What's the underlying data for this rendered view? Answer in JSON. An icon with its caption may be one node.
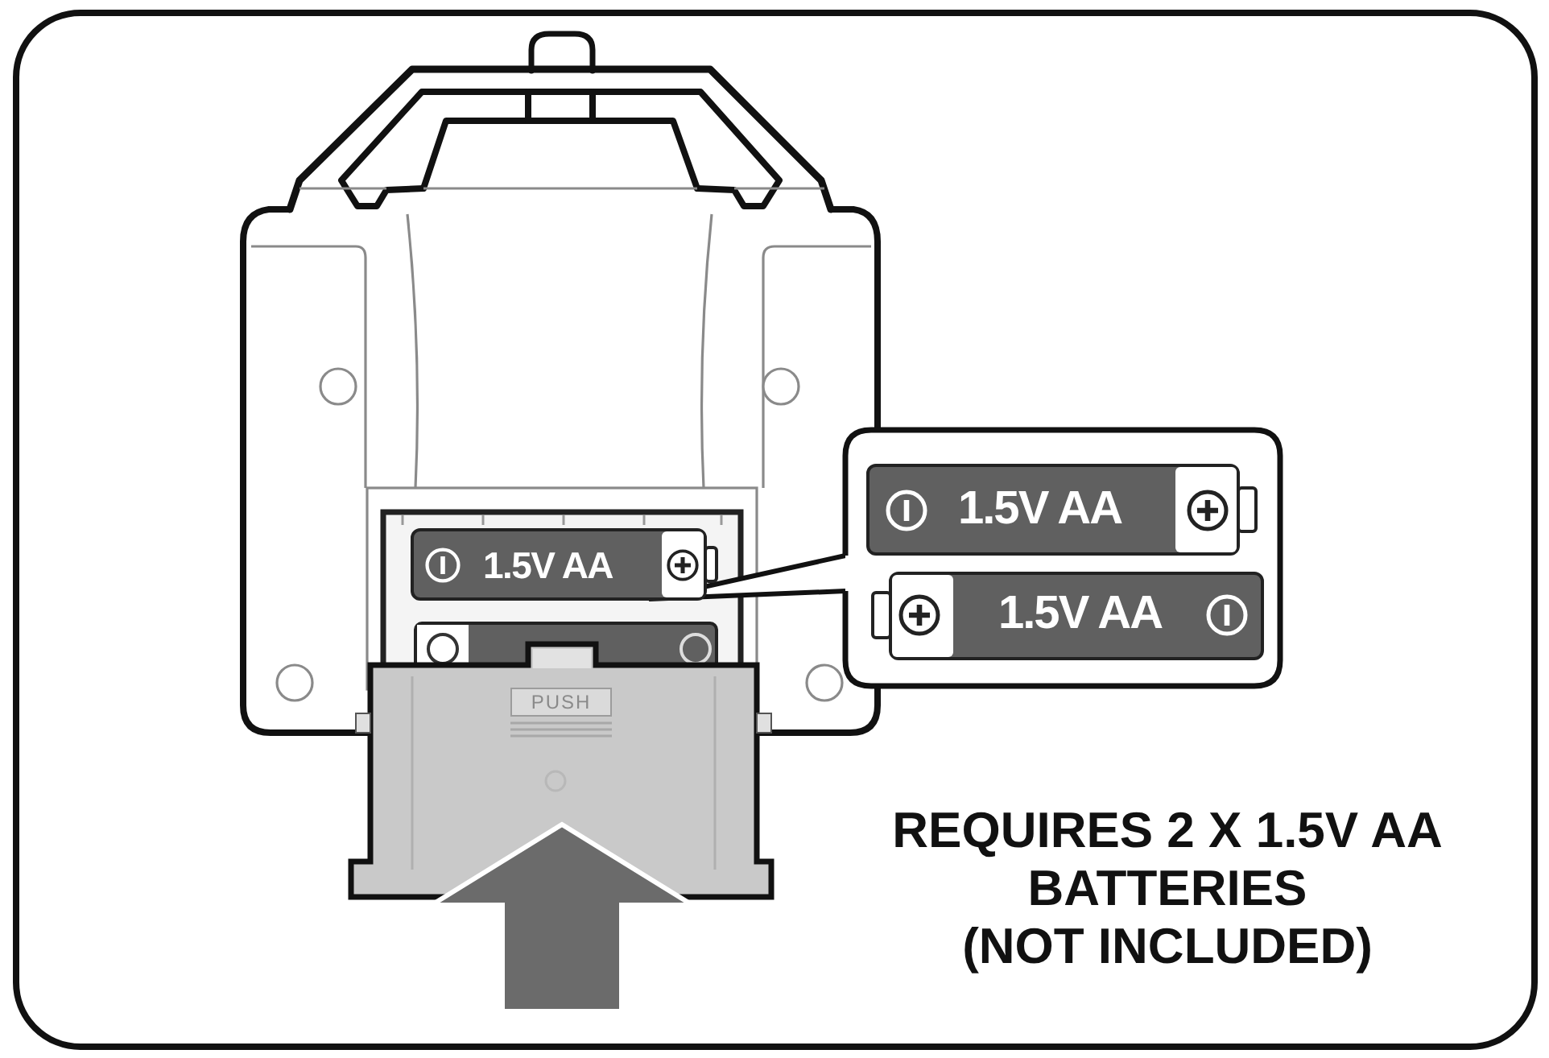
{
  "diagram": {
    "nodes": [
      {
        "text": [],
        "shape": "box"
      },
      {
        "text": [
          "1.5V AA"
        ],
        "in": 0
      },
      {
        "text": [
          "1.5V AA"
        ],
        "in": 0
      },
      {
        "text": [
          "1.5V AA"
        ]
      }
    ],
    "edges": [
      {
        "from": 0,
        "to": 3,
        "arrow": "none"
      }
    ],
    "labels": [
      "PUSH",
      "REQUIRES 2 X 1.5V AA BATTERIES (NOT INCLUDED)"
    ]
  }
}
